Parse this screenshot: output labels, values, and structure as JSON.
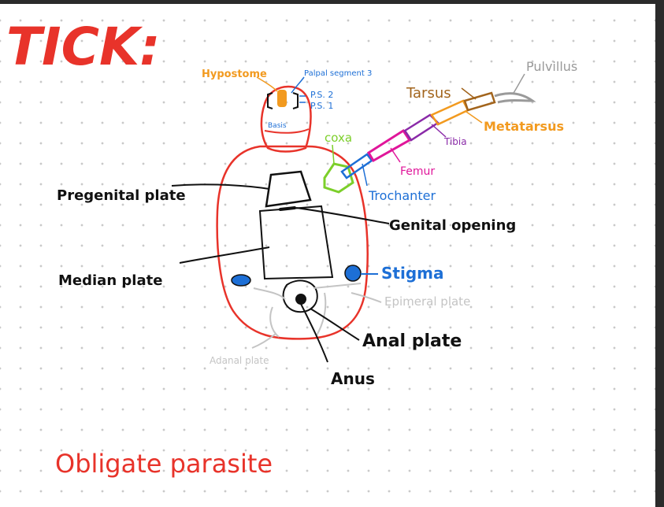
{
  "title": "TICK:",
  "labels": {
    "hypostome": "Hypostome",
    "palpal_segment_3": "Palpal segment 3",
    "ps2": "P.S. 2",
    "ps1": "P.S. 1",
    "basis": "Basis",
    "coxa": "coxa",
    "tarsus": "Tarsus",
    "pulvillus": "Pulvillus",
    "metatarsus": "Metatarsus",
    "tibia": "Tibia",
    "femur": "Femur",
    "trochanter": "Trochanter",
    "pregenital_plate": "Pregenital plate",
    "genital_opening": "Genital opening",
    "median_plate": "Median plate",
    "stigma": "Stigma",
    "epimeral_plate": "Epimeral plate",
    "anal_plate": "Anal plate",
    "adanal_plate": "Adanal plate",
    "anus": "Anus"
  },
  "note": "Obligate parasite",
  "colors": {
    "red": "#e8332a",
    "orange": "#f29a1f",
    "blue": "#1d6fd6",
    "green": "#7ccf2a",
    "magenta": "#e0169a",
    "purple": "#8a2aa8",
    "brown": "#a2641c",
    "gray": "#9a9a9a",
    "lightgray": "#c4c4c4",
    "black": "#111111"
  }
}
